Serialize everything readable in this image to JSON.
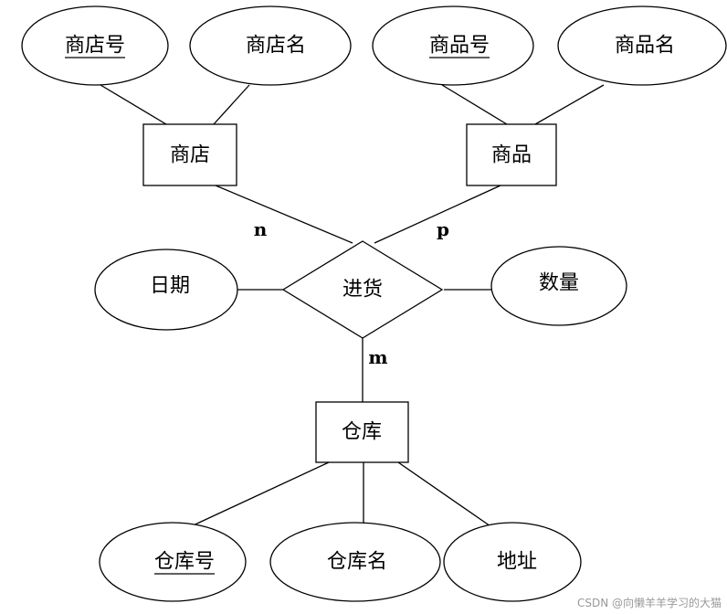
{
  "entities": {
    "store": "商店",
    "product": "商品",
    "warehouse": "仓库"
  },
  "relationship": "进货",
  "attributes": {
    "store_id": "商店号",
    "store_name": "商店名",
    "product_id": "商品号",
    "product_name": "商品名",
    "date": "日期",
    "quantity": "数量",
    "warehouse_id": "仓库号",
    "warehouse_name": "仓库名",
    "address": "地址"
  },
  "cardinalities": {
    "store": "n",
    "product": "p",
    "warehouse": "m"
  },
  "key_attributes": [
    "store_id",
    "product_id",
    "warehouse_id"
  ],
  "watermark": "CSDN @向懒羊羊学习的大猫"
}
